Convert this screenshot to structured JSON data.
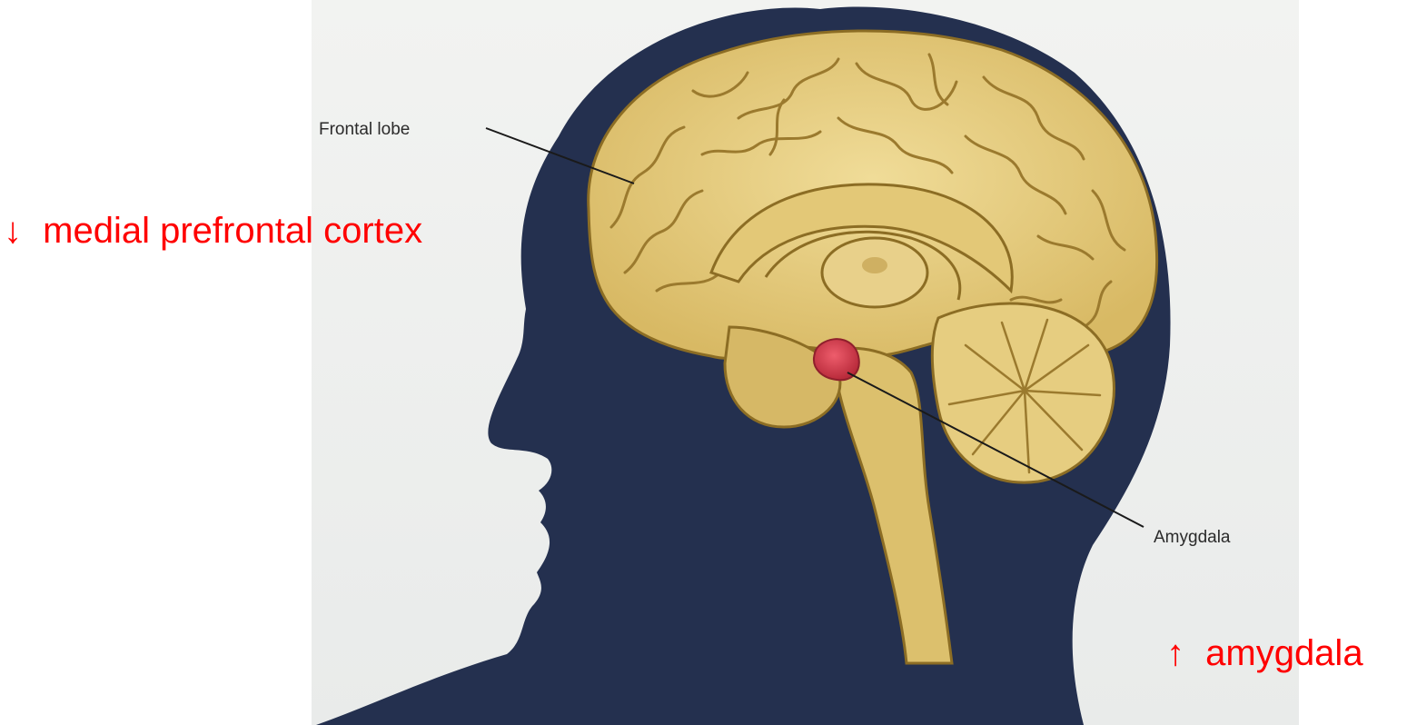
{
  "diagram": {
    "labels": {
      "frontal_lobe": "Frontal lobe",
      "amygdala": "Amygdala"
    }
  },
  "annotations": {
    "medial_prefrontal_cortex": {
      "arrow": "↓",
      "text": "medial prefrontal cortex",
      "effect": "decrease"
    },
    "amygdala": {
      "arrow": "↑",
      "text": "amygdala",
      "effect": "increase"
    }
  },
  "colors": {
    "annotation_text": "#ff0000",
    "head_silhouette": "#24304f",
    "brain_fill": "#e6cd80",
    "brain_outline": "#8c6d24",
    "amygdala_highlight": "#d83a4a",
    "leader_line": "#1a1a1a"
  }
}
